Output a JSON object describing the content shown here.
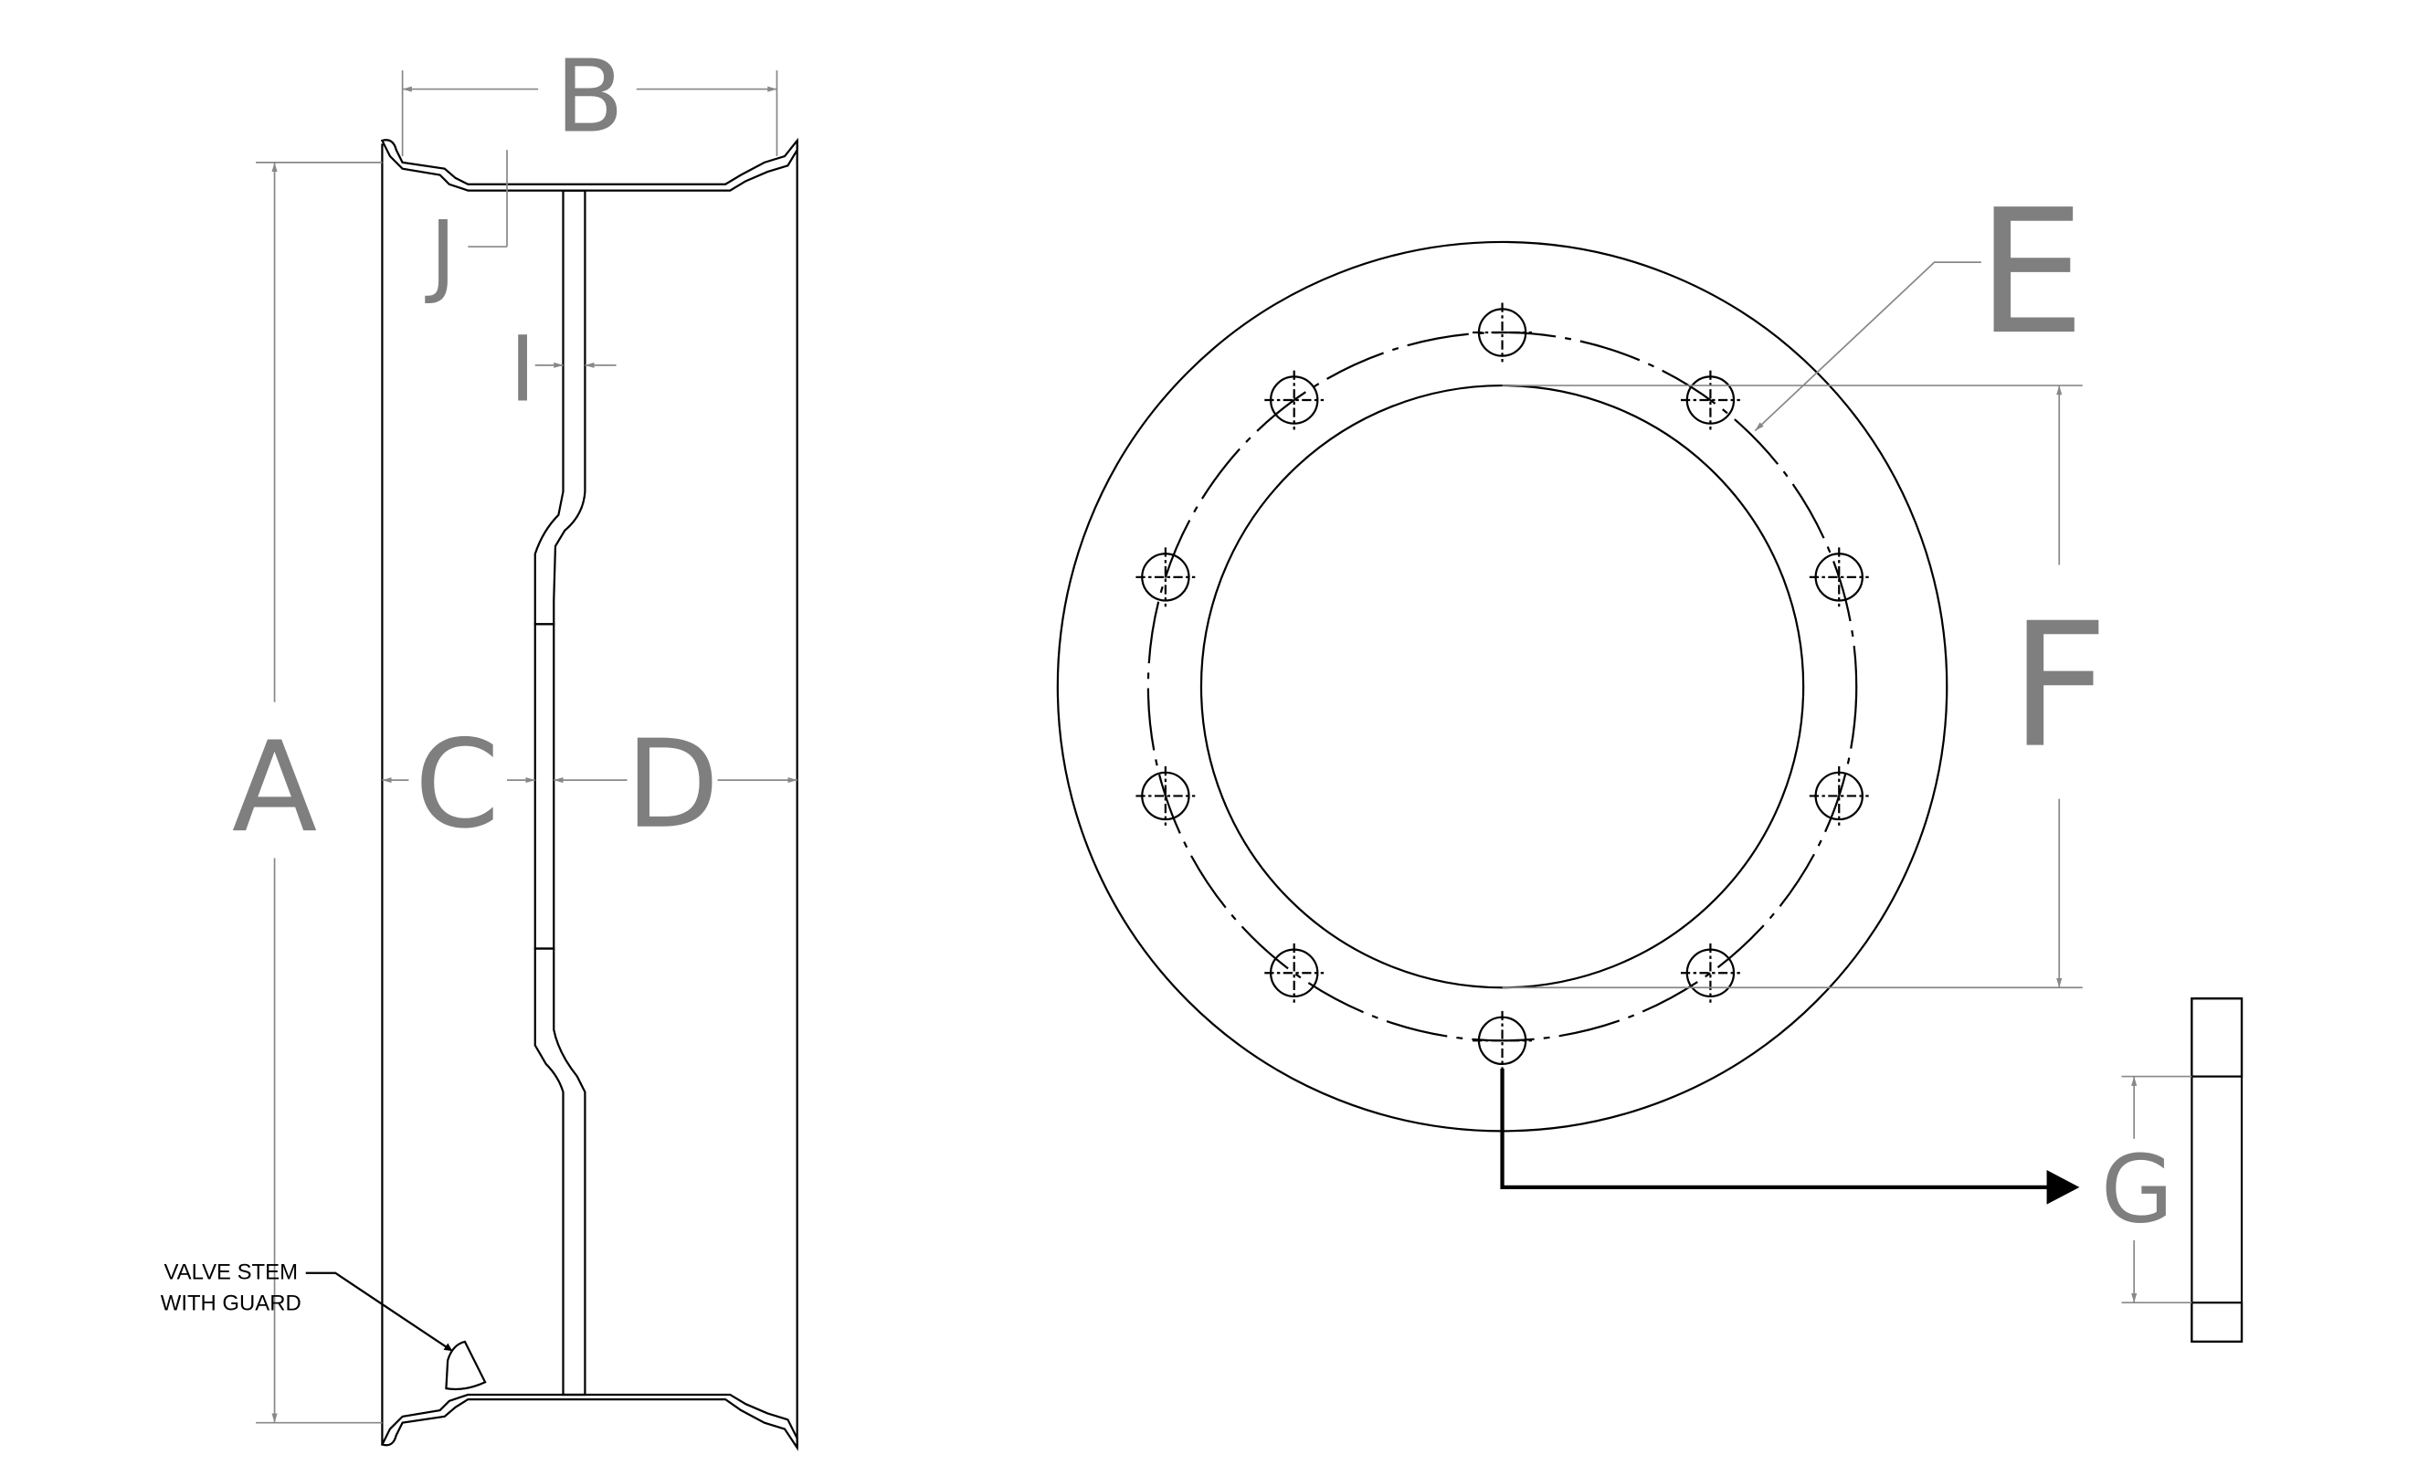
{
  "labels": {
    "A": "A",
    "B": "B",
    "C": "C",
    "D": "D",
    "E": "E",
    "F": "F",
    "G": "G",
    "I": "I",
    "J": "J"
  },
  "notes": {
    "valve_line1": "VALVE STEM",
    "valve_line2": "WITH GUARD"
  },
  "colors": {
    "dimension_text": "#7f7f7f",
    "line": "#000000"
  },
  "bolt_holes": 10
}
